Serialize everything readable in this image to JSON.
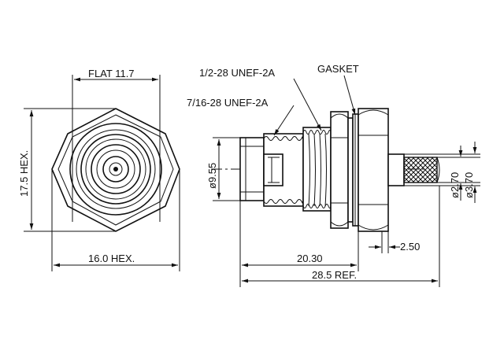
{
  "front_view": {
    "flat_label": "FLAT 11.7",
    "hex_height_label": "17.5 HEX.",
    "hex_width_label": "16.0 HEX."
  },
  "side_view": {
    "thread_outer_label": "1/2-28 UNEF-2A",
    "thread_inner_label": "7/16-28 UNEF-2A",
    "gasket_label": "GASKET",
    "dia_9_55_label": "ø9.55",
    "dia_2_70_label": "ø2.70",
    "dia_3_70_label": "ø3.70",
    "dim_2_50_label": "2.50",
    "dim_20_30_label": "20.30",
    "dim_28_5_label": "28.5 REF."
  },
  "colors": {
    "line": "#111111",
    "background": "#ffffff"
  }
}
